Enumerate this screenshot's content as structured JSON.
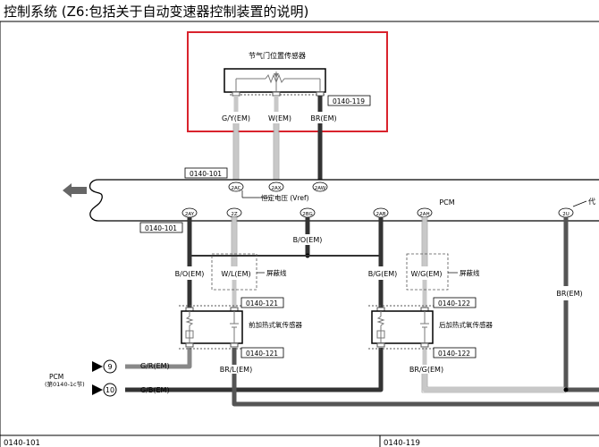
{
  "title": "控制系统 (Z6:包括关于自动变速器控制装置的说明)",
  "components": {
    "tps": "节气门位置传感器",
    "pcm": "PCM",
    "front_o2": "前加热式氧传感器",
    "rear_o2": "后加热式氧传感器",
    "pcm_ref": "PCM",
    "pcm_ref_note": "(第0140-1c节)",
    "right_cut": "代"
  },
  "wires": {
    "gy": "G/Y(EM)",
    "w": "W(EM)",
    "br_top": "BR(EM)",
    "bo_h": "B/O(EM)",
    "bo_v": "B/O(EM)",
    "wl": "W/L(EM)",
    "bg": "B/G(EM)",
    "wg": "W/G(EM)",
    "br_right": "BR(EM)",
    "gr": "G/R(EM)",
    "gb": "G/B(EM)",
    "brl": "BR/L(EM)",
    "brg": "BR/G(EM)"
  },
  "refs": {
    "r119_top": "0140-119",
    "r101_top": "0140-101",
    "r101_mid": "0140-101",
    "r121_a": "0140-121",
    "r121_b": "0140-121",
    "r122_a": "0140-122",
    "r122_b": "0140-122",
    "bottom_left": "0140-101",
    "bottom_right": "0140-119"
  },
  "pins": {
    "p2ac": "2AC",
    "p2ax": "2AX",
    "p2aw": "2AW",
    "p2ay": "2AY",
    "p2z": "2Z",
    "p2bg": "2BG",
    "p2ab": "2AB",
    "p2ah": "2AH",
    "p2u": "2U",
    "c9": "9",
    "c10": "10"
  },
  "notes": {
    "vref": "恒定电压 (Vref)",
    "shield1": "屏蔽线",
    "shield2": "屏蔽线"
  },
  "colors": {
    "highlight": "#d9232d",
    "wire_dark": "#333333",
    "wire_light": "#c8c8c8"
  }
}
